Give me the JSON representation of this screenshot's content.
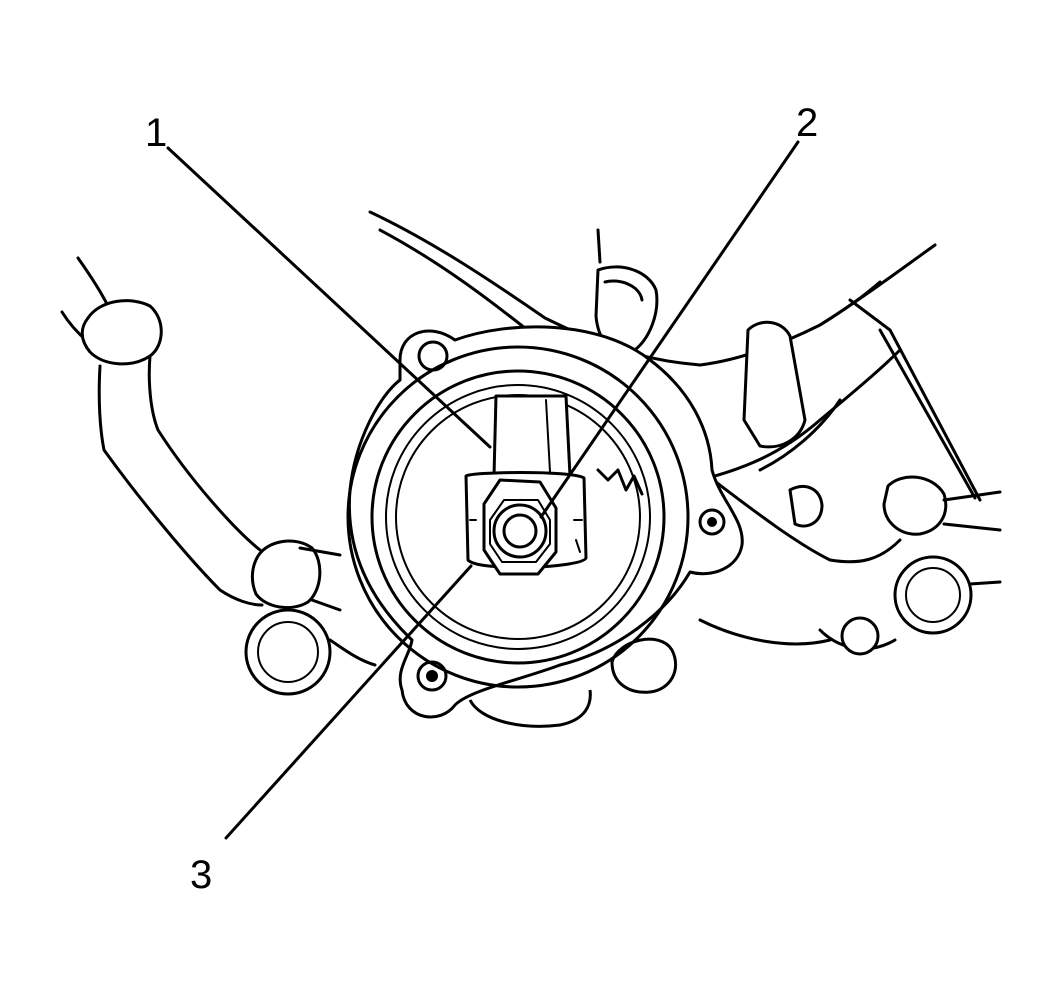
{
  "diagram": {
    "callouts": [
      {
        "id": "1",
        "text": "1"
      },
      {
        "id": "2",
        "text": "2"
      },
      {
        "id": "3",
        "text": "3"
      }
    ]
  }
}
